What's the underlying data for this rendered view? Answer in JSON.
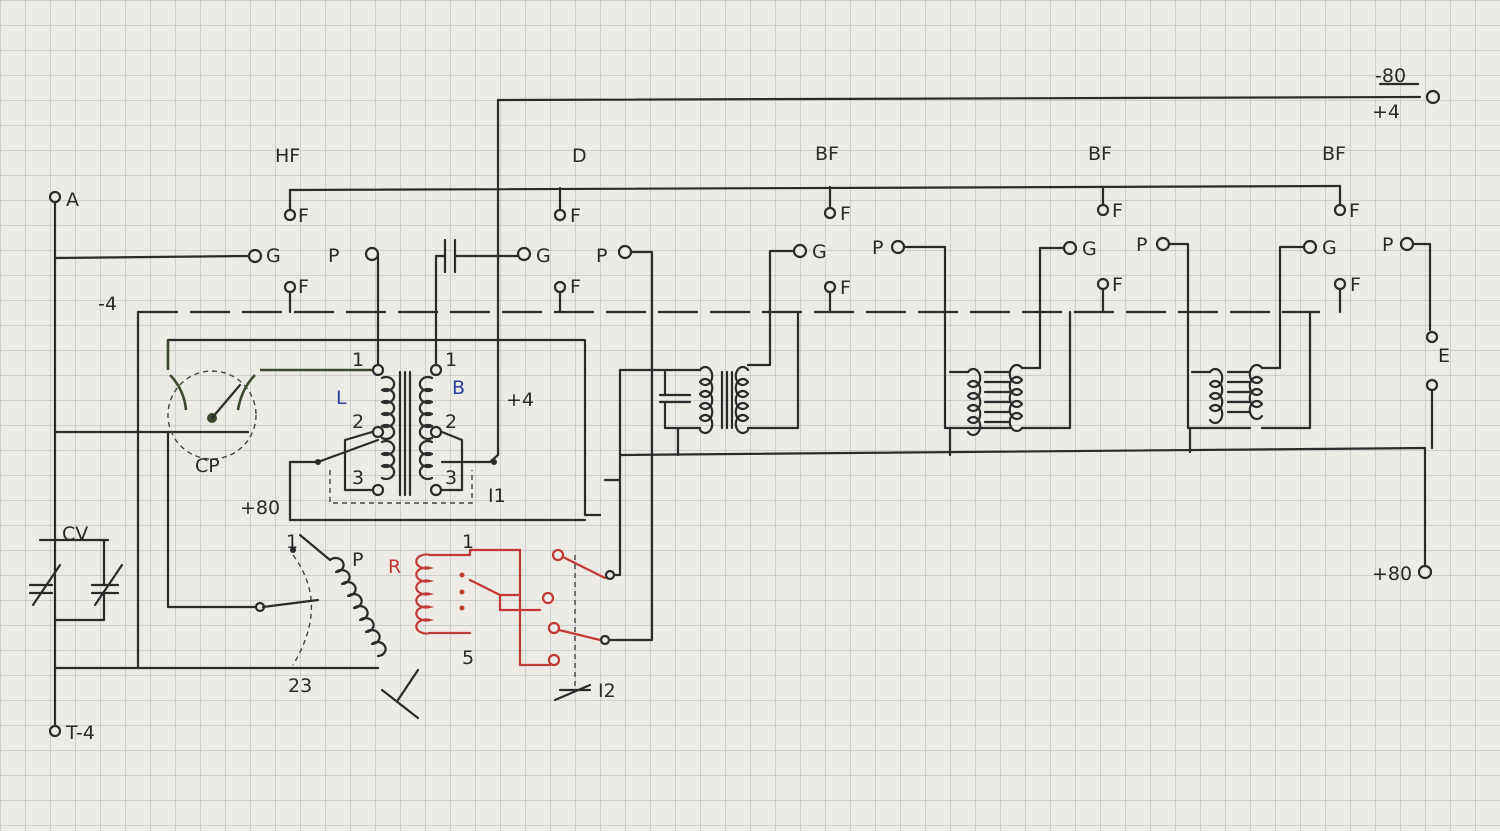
{
  "labels": {
    "terminal_a": "A",
    "terminal_t": "T-4",
    "supply_minus80": "-80",
    "supply_plus4_top": "+4",
    "minus4": "-4",
    "plus80_left": "+80",
    "plus4_mid": "+4",
    "supply_plus80": "+80",
    "earphone": "E",
    "cp": "CP",
    "cv": "CV",
    "transformer_l": "L",
    "transformer_b": "B",
    "i1": "I1",
    "i2": "I2",
    "p_coil": "P",
    "r_coil": "R",
    "pin_1": "1",
    "pin_2": "2",
    "pin_3": "3",
    "p_tap_1": "1",
    "p_tap_23": "23",
    "r_tap_1": "1",
    "r_tap_5": "5"
  },
  "stages": [
    {
      "title": "HF",
      "pins": {
        "f_top": "F",
        "g": "G",
        "p": "P",
        "f_bottom": "F"
      }
    },
    {
      "title": "D",
      "pins": {
        "f_top": "F",
        "g": "G",
        "p": "P",
        "f_bottom": "F"
      }
    },
    {
      "title": "BF",
      "pins": {
        "f_top": "F",
        "g": "G",
        "p": "P",
        "f_bottom": "F"
      }
    },
    {
      "title": "BF",
      "pins": {
        "f_top": "F",
        "g": "G",
        "p": "P",
        "f_bottom": "F"
      }
    },
    {
      "title": "BF",
      "pins": {
        "f_top": "F",
        "g": "G",
        "p": "P",
        "f_bottom": "F"
      }
    }
  ],
  "colors": {
    "ink": "#2b2b2b",
    "red_ink": "#c23a35",
    "blue_ink": "#2b3f9e",
    "green_ink": "#3b4a2e",
    "paper": "#ecebe6"
  }
}
